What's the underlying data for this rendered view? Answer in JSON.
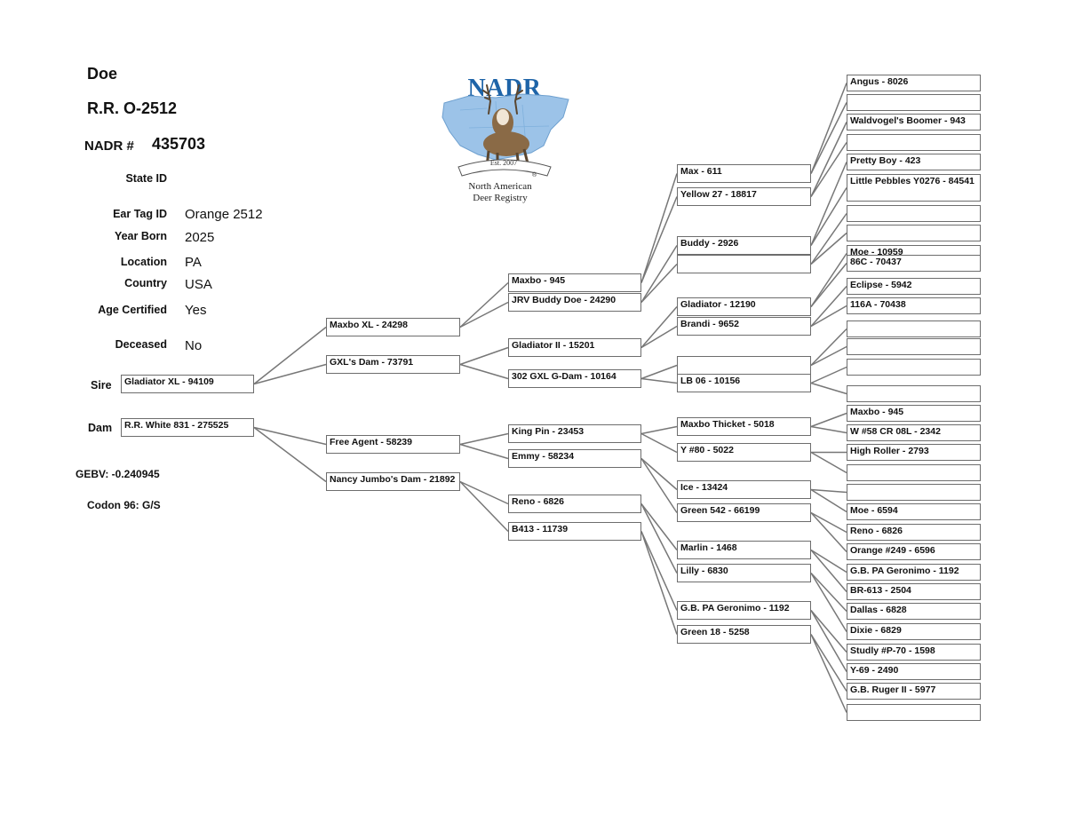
{
  "header": {
    "type": "Doe",
    "name": "R.R. O-2512",
    "nadr_label": "NADR #",
    "nadr_number": "435703"
  },
  "fields": [
    {
      "label": "State ID",
      "value": ""
    },
    {
      "label": "Ear Tag ID",
      "value": "Orange 2512"
    },
    {
      "label": "Year Born",
      "value": "2025"
    },
    {
      "label": "Location",
      "value": "PA"
    },
    {
      "label": "Country",
      "value": "USA"
    },
    {
      "label": "Age Certified",
      "value": "Yes"
    },
    {
      "label": "Deceased",
      "value": "No"
    }
  ],
  "labels": {
    "sire": "Sire",
    "dam": "Dam",
    "gebv": "GEBV: -0.240945",
    "codon": "Codon 96: G/S"
  },
  "logo": {
    "title": "NADR",
    "est": "Est. 2007",
    "line1": "North American",
    "line2": "Deer Registry",
    "reg": "®"
  },
  "pedigree": {
    "gen1": [
      "Gladiator XL - 94109",
      "R.R. White 831 - 275525"
    ],
    "gen2": [
      "Maxbo XL - 24298",
      "GXL's Dam - 73791",
      "Free Agent - 58239",
      "Nancy Jumbo's Dam - 21892"
    ],
    "gen3": [
      "Maxbo - 945",
      "JRV Buddy Doe - 24290",
      "Gladiator II - 15201",
      "302 GXL G-Dam - 10164",
      "King Pin - 23453",
      "Emmy - 58234",
      "Reno - 6826",
      "B413 - 11739"
    ],
    "gen4": [
      "Max - 611",
      "Yellow 27 - 18817",
      "Buddy - 2926",
      "",
      "Gladiator - 12190",
      "Brandi - 9652",
      "",
      "LB 06 - 10156",
      "Maxbo Thicket - 5018",
      "Y #80 - 5022",
      "Ice - 13424",
      "Green 542 - 66199",
      "Marlin - 1468",
      "Lilly - 6830",
      "G.B. PA Geronimo - 1192",
      "Green 18 - 5258"
    ],
    "gen5": [
      "Angus - 8026",
      "",
      "Waldvogel's Boomer - 943",
      "",
      "Pretty Boy - 423",
      "Little Pebbles  Y0276 - 84541",
      "",
      "",
      "Moe - 10959",
      "86C - 70437",
      "Eclipse - 5942",
      "116A - 70438",
      "",
      "",
      "",
      "",
      "Maxbo - 945",
      "W #58 CR 08L - 2342",
      "High Roller - 2793",
      "",
      "",
      "Moe - 6594",
      "Reno - 6826",
      "Orange #249 - 6596",
      "G.B. PA Geronimo - 1192",
      "BR-613 - 2504",
      "Dallas - 6828",
      "Dixie - 6829",
      "Studly #P-70 - 1598",
      "Y-69 - 2490",
      "G.B. Ruger II - 5977",
      ""
    ]
  }
}
